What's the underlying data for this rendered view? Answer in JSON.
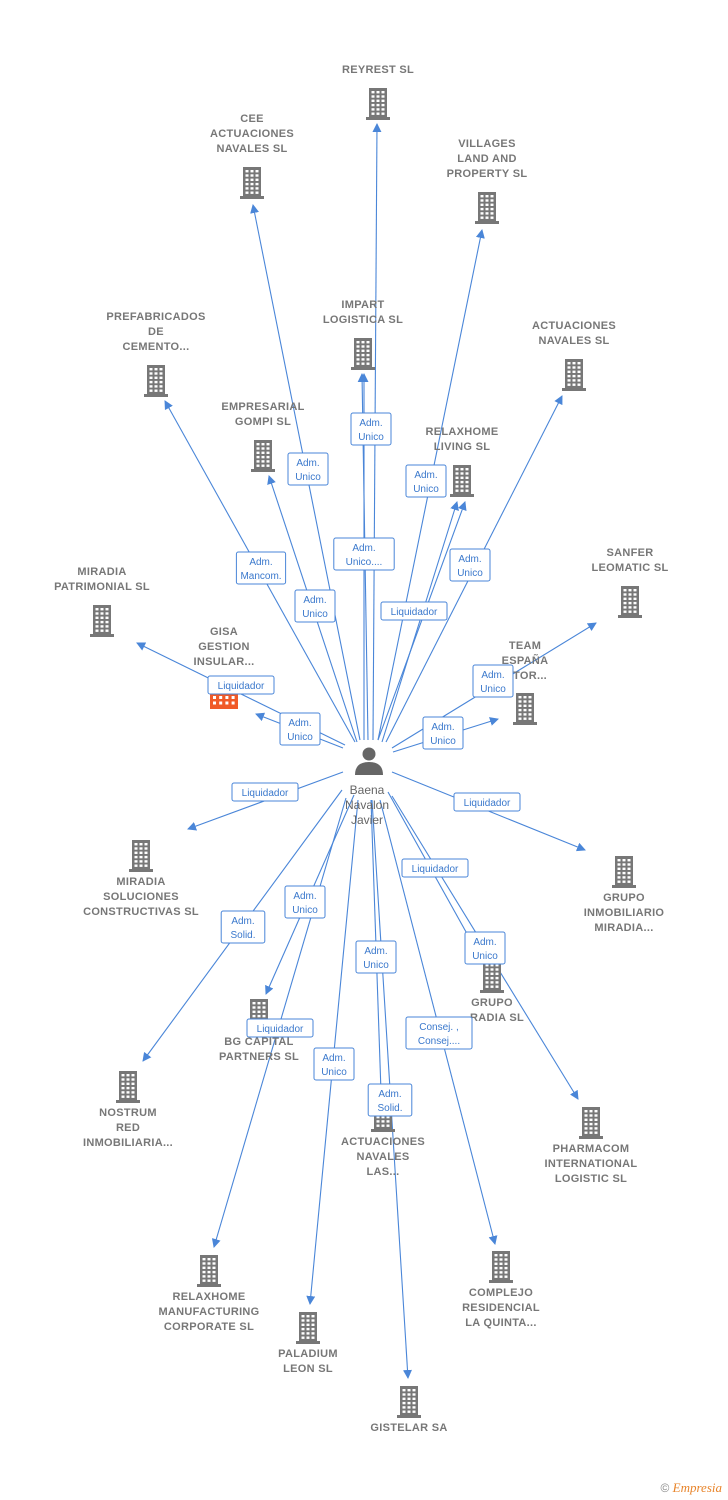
{
  "colors": {
    "edge": "#4a86d8",
    "node": "#777777",
    "highlight": "#f05a28",
    "person": "#666666"
  },
  "center": {
    "name_lines": [
      "Baena",
      "Navalon",
      "Javier"
    ],
    "icon": "person-icon"
  },
  "nodes": [
    {
      "id": "reyrest",
      "label_lines": [
        "REYREST  SL"
      ],
      "icon": "building-icon"
    },
    {
      "id": "cee",
      "label_lines": [
        "CEE",
        "ACTUACIONES",
        "NAVALES SL"
      ],
      "icon": "building-icon"
    },
    {
      "id": "villages",
      "label_lines": [
        "VILLAGES",
        "LAND AND",
        "PROPERTY SL"
      ],
      "icon": "building-icon"
    },
    {
      "id": "prefabricados",
      "label_lines": [
        "PREFABRICADOS",
        "DE",
        "CEMENTO..."
      ],
      "icon": "building-icon"
    },
    {
      "id": "impart",
      "label_lines": [
        "IMPART",
        "LOGISTICA SL"
      ],
      "icon": "building-icon"
    },
    {
      "id": "actuaciones_navales",
      "label_lines": [
        "ACTUACIONES",
        "NAVALES  SL"
      ],
      "icon": "building-icon"
    },
    {
      "id": "empresarial",
      "label_lines": [
        "EMPRESARIAL",
        "GOMPI SL"
      ],
      "icon": "building-icon"
    },
    {
      "id": "relaxhome_living",
      "label_lines": [
        "RELAXHOME",
        "LIVING SL"
      ],
      "icon": "building-icon"
    },
    {
      "id": "sanfer",
      "label_lines": [
        "SANFER",
        "LEOMATIC SL"
      ],
      "icon": "building-icon"
    },
    {
      "id": "miradia_patrimonial",
      "label_lines": [
        "MIRADIA",
        "PATRIMONIAL SL"
      ],
      "icon": "building-icon"
    },
    {
      "id": "gisa",
      "label_lines": [
        "GISA",
        "GESTION",
        "INSULAR..."
      ],
      "icon": "building-icon",
      "highlight": true
    },
    {
      "id": "team",
      "label_lines": [
        "TEAM",
        "ESPAÑA",
        "...TOR..."
      ],
      "icon": "building-icon"
    },
    {
      "id": "miradia_soluciones",
      "label_lines": [
        "MIRADIA",
        "SOLUCIONES",
        "CONSTRUCTIVAS SL"
      ],
      "icon": "building-icon"
    },
    {
      "id": "grupo_inmobiliario",
      "label_lines": [
        "GRUPO",
        "INMOBILIARIO",
        "MIRADIA..."
      ],
      "icon": "building-icon"
    },
    {
      "id": "grupo_miradia",
      "label_lines": [
        "GRUPO",
        "...RADIA SL"
      ],
      "icon": "building-icon"
    },
    {
      "id": "bg_capital",
      "label_lines": [
        "BG CAPITAL",
        "PARTNERS  SL"
      ],
      "icon": "building-icon"
    },
    {
      "id": "nostrum",
      "label_lines": [
        "NOSTRUM",
        "RED",
        "INMOBILIARIA..."
      ],
      "icon": "building-icon"
    },
    {
      "id": "actuaciones_las",
      "label_lines": [
        "ACTUACIONES",
        "NAVALES",
        "LAS..."
      ],
      "icon": "building-icon"
    },
    {
      "id": "pharmacom",
      "label_lines": [
        "PHARMACOM",
        "INTERNATIONAL",
        "LOGISTIC  SL"
      ],
      "icon": "building-icon"
    },
    {
      "id": "relaxhome_manufacturing",
      "label_lines": [
        "RELAXHOME",
        "MANUFACTURING",
        "CORPORATE SL"
      ],
      "icon": "building-icon"
    },
    {
      "id": "complejo",
      "label_lines": [
        "COMPLEJO",
        "RESIDENCIAL",
        "LA QUINTA..."
      ],
      "icon": "building-icon"
    },
    {
      "id": "paladium",
      "label_lines": [
        "PALADIUM",
        "LEON SL"
      ],
      "icon": "building-icon"
    },
    {
      "id": "gistelar",
      "label_lines": [
        "GISTELAR SA"
      ],
      "icon": "building-icon"
    }
  ],
  "edges": [
    {
      "to": "reyrest",
      "label_lines": []
    },
    {
      "to": "cee",
      "label_lines": [
        "Adm.",
        "Unico"
      ]
    },
    {
      "to": "villages",
      "label_lines": [
        "Adm.",
        "Unico"
      ]
    },
    {
      "to": "prefabricados",
      "label_lines": [
        "Adm.",
        "Mancom."
      ]
    },
    {
      "to": "impart",
      "label_lines": [
        "Adm.",
        "Unico"
      ]
    },
    {
      "to": "actuaciones_navales",
      "label_lines": [
        "Adm.",
        "Unico"
      ]
    },
    {
      "to": "empresarial",
      "label_lines": [
        "Adm.",
        "Unico"
      ]
    },
    {
      "to": "relaxhome_living",
      "label_lines": [
        "Liquidador"
      ]
    },
    {
      "to": "sanfer",
      "label_lines": [
        "Adm.",
        "Unico"
      ]
    },
    {
      "to": "miradia_patrimonial",
      "label_lines": [
        "Liquidador"
      ]
    },
    {
      "to": "gisa",
      "label_lines": [
        "Adm.",
        "Unico"
      ]
    },
    {
      "to": "team",
      "label_lines": [
        "Adm.",
        "Unico"
      ]
    },
    {
      "to": "miradia_soluciones",
      "label_lines": [
        "Liquidador"
      ]
    },
    {
      "to": "grupo_inmobiliario",
      "label_lines": [
        "Liquidador"
      ]
    },
    {
      "to": "grupo_miradia",
      "label_lines": [
        "Liquidador"
      ]
    },
    {
      "to": "bg_capital",
      "label_lines": [
        "Adm.",
        "Unico"
      ]
    },
    {
      "to": "nostrum",
      "label_lines": [
        "Adm.",
        "Solid."
      ]
    },
    {
      "to": "actuaciones_las",
      "label_lines": [
        "Adm.",
        "Unico"
      ]
    },
    {
      "to": "pharmacom",
      "label_lines": [
        "Adm.",
        "Unico"
      ]
    },
    {
      "to": "relaxhome_manufacturing",
      "label_lines": [
        "Liquidador"
      ]
    },
    {
      "to": "complejo",
      "label_lines": [
        "Consej. ,",
        "Consej...."
      ]
    },
    {
      "to": "paladium",
      "label_lines": [
        "Adm.",
        "Unico"
      ]
    },
    {
      "to": "gistelar",
      "label_lines": [
        "Adm.",
        "Solid."
      ]
    },
    {
      "to": "relaxhome_living",
      "label_lines": [
        "Adm.",
        "Unico"
      ]
    },
    {
      "to": "impart",
      "label_lines": [
        "Adm.",
        "Unico...."
      ]
    }
  ],
  "footer": {
    "copyright": "©",
    "brand": "Empresia"
  }
}
